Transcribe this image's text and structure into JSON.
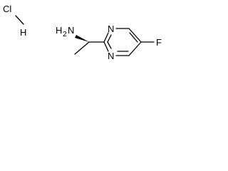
{
  "molecule": {
    "salt": {
      "chlorine": "Cl",
      "hydrogen": "H"
    },
    "amine": {
      "label_h2": "H",
      "label_h2_subscript": "2",
      "label_n": "N"
    },
    "ring": {
      "n_top": "N",
      "n_bottom": "N"
    },
    "substituent": {
      "fluorine": "F"
    }
  },
  "colors": {
    "bond": "#000000",
    "text": "#000000",
    "background": "#ffffff"
  }
}
